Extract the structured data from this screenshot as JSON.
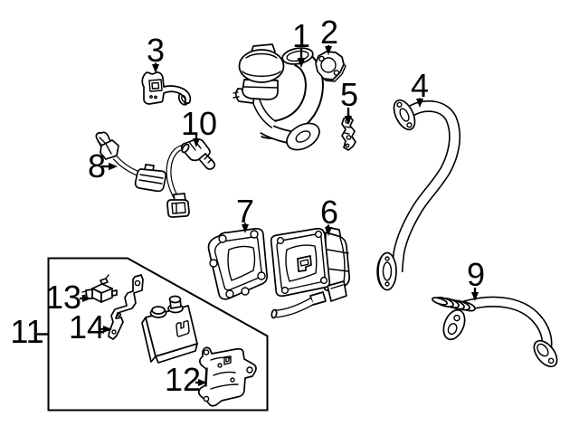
{
  "diagram": {
    "background_color": "#ffffff",
    "line_color": "#000000",
    "callouts": [
      {
        "number": "1"
      },
      {
        "number": "2"
      },
      {
        "number": "3"
      },
      {
        "number": "4"
      },
      {
        "number": "5"
      },
      {
        "number": "6"
      },
      {
        "number": "7"
      },
      {
        "number": "8"
      },
      {
        "number": "9"
      },
      {
        "number": "10"
      },
      {
        "number": "11"
      },
      {
        "number": "12"
      },
      {
        "number": "13"
      },
      {
        "number": "14"
      }
    ]
  }
}
